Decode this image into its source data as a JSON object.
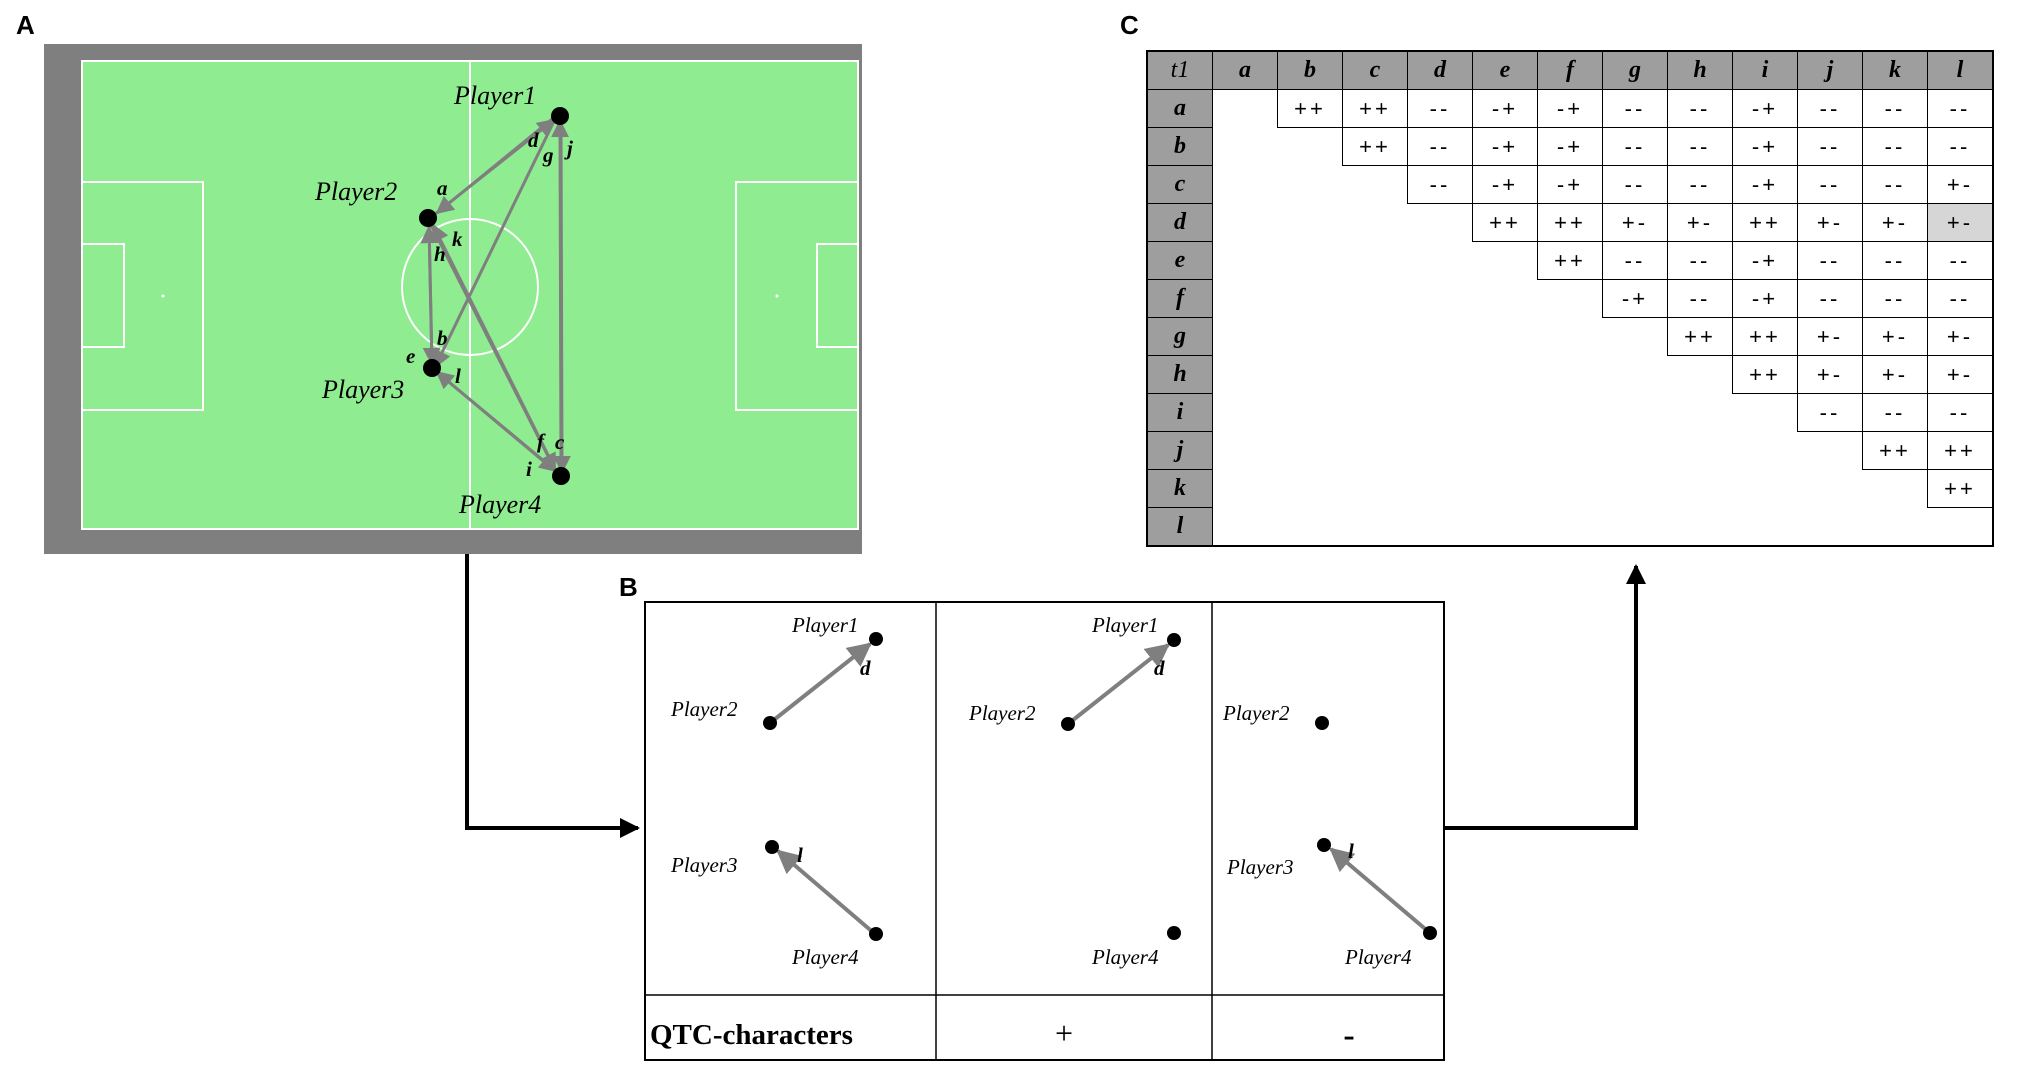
{
  "panel_labels": {
    "a": "A",
    "b": "B",
    "c": "C"
  },
  "field": {
    "players": [
      {
        "label": "Player1"
      },
      {
        "label": "Player2"
      },
      {
        "label": "Player3"
      },
      {
        "label": "Player4"
      }
    ],
    "arrow_labels": [
      "a",
      "b",
      "c",
      "d",
      "e",
      "f",
      "g",
      "h",
      "i",
      "j",
      "k",
      "l"
    ]
  },
  "panel_b": {
    "columns": [
      {
        "players": [
          "Player1",
          "Player2",
          "Player3",
          "Player4"
        ],
        "arrow_labels": [
          "d",
          "l"
        ],
        "qtc": "QTC-characters"
      },
      {
        "players": [
          "Player1",
          "Player2",
          "Player4"
        ],
        "arrow_labels": [
          "d"
        ],
        "qtc": "+"
      },
      {
        "players": [
          "Player2",
          "Player3",
          "Player4"
        ],
        "arrow_labels": [
          "l"
        ],
        "qtc": "-"
      }
    ]
  },
  "table": {
    "corner": "t1",
    "headers": [
      "a",
      "b",
      "c",
      "d",
      "e",
      "f",
      "g",
      "h",
      "i",
      "j",
      "k",
      "l"
    ],
    "rows": [
      {
        "label": "a",
        "cells": [
          "++",
          "++",
          "--",
          "-+",
          "-+",
          "--",
          "--",
          "-+",
          "--",
          "--",
          "--"
        ]
      },
      {
        "label": "b",
        "cells": [
          "++",
          "--",
          "-+",
          "-+",
          "--",
          "--",
          "-+",
          "--",
          "--",
          "--"
        ]
      },
      {
        "label": "c",
        "cells": [
          "--",
          "-+",
          "-+",
          "--",
          "--",
          "-+",
          "--",
          "--",
          "+-"
        ]
      },
      {
        "label": "d",
        "cells": [
          "++",
          "++",
          "+-",
          "+-",
          "++",
          "+-",
          "+-",
          "+-"
        ]
      },
      {
        "label": "e",
        "cells": [
          "++",
          "--",
          "--",
          "-+",
          "--",
          "--",
          "--"
        ]
      },
      {
        "label": "f",
        "cells": [
          "-+",
          "--",
          "-+",
          "--",
          "--",
          "--"
        ]
      },
      {
        "label": "g",
        "cells": [
          "++",
          "++",
          "+-",
          "+-",
          "+-"
        ]
      },
      {
        "label": "h",
        "cells": [
          "++",
          "+-",
          "+-",
          "+-"
        ]
      },
      {
        "label": "i",
        "cells": [
          "--",
          "--",
          "--"
        ]
      },
      {
        "label": "j",
        "cells": [
          "++",
          "++"
        ]
      },
      {
        "label": "k",
        "cells": [
          "++"
        ]
      },
      {
        "label": "l",
        "cells": []
      }
    ],
    "highlighted": {
      "row": "d",
      "col": "l"
    }
  }
}
